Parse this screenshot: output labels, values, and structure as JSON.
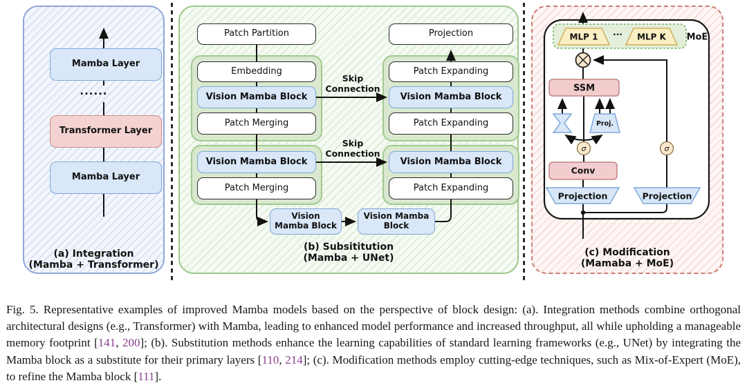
{
  "figure": {
    "panel_a": {
      "caption": [
        "(a) Integration",
        "(Mamba + Transformer)"
      ],
      "blocks": {
        "mamba_top": "Mamba Layer",
        "dots": "......",
        "transformer": "Transformer Layer",
        "mamba_bottom": "Mamba Layer"
      }
    },
    "panel_b": {
      "caption": [
        "(b) Subsititution",
        "(Mamba + UNet)"
      ],
      "skip_label": [
        "Skip",
        "Connection"
      ],
      "encoder": {
        "input": "Patch Partition",
        "stage1": [
          "Embedding",
          "Vision Mamba Block",
          "Patch Merging"
        ],
        "stage2": [
          "Vision Mamba Block",
          "Patch Merging"
        ]
      },
      "decoder": {
        "output": "Projection",
        "stage1": [
          "Patch Expanding",
          "Vision Mamba Block",
          "Patch Expanding"
        ],
        "stage2": [
          "Vision Mamba Block",
          "Patch Expanding"
        ]
      },
      "bottleneck": [
        "Vision Mamba Block",
        "Vision Mamba Block"
      ]
    },
    "panel_c": {
      "caption": [
        "(c) Modification",
        "(Mamaba + MoE)"
      ],
      "moe": {
        "experts": [
          "MLP 1",
          "MLP K"
        ],
        "dots": "···",
        "label": "MoE"
      },
      "blocks": {
        "ssm": "SSM",
        "conv": "Conv",
        "proj_small": "Proj.",
        "projection_left": "Projection",
        "projection_right": "Projection",
        "sigma": "σ"
      }
    }
  },
  "figure_caption": {
    "segments": [
      {
        "t": "Fig. 5.  Representative examples of improved Mamba models based on the perspective of block design: (a). Integration methods combine orthogonal architectural designs (e.g., Transformer) with Mamba, leading to enhanced model performance and increased throughput, all while upholding a manageable memory footprint ["
      },
      {
        "t": "141",
        "cite": true
      },
      {
        "t": ", "
      },
      {
        "t": "200",
        "cite": true
      },
      {
        "t": "]; (b). Substitution methods enhance the learning capabilities of standard learning frameworks (e.g., UNet) by integrating the Mamba block as a substitute for their primary layers ["
      },
      {
        "t": "110",
        "cite": true
      },
      {
        "t": ", "
      },
      {
        "t": "214",
        "cite": true
      },
      {
        "t": "]; (c). Modification methods employ cutting-edge techniques, such as Mix-of-Expert (MoE), to refine the Mamba block ["
      },
      {
        "t": "111",
        "cite": true
      },
      {
        "t": "]."
      }
    ]
  },
  "colors": {
    "panel_a_border": "#8fa6d8",
    "panel_b_border": "#9cc88b",
    "panel_c_border": "#cd7d74",
    "mamba_blue_fill": "#d9e7f8",
    "transformer_pink_fill": "#f5d2d2",
    "green_group_fill": "#d9e8cf",
    "expert_yellow_fill": "#fbf0c4",
    "citation_link": "#8a3f8f"
  }
}
